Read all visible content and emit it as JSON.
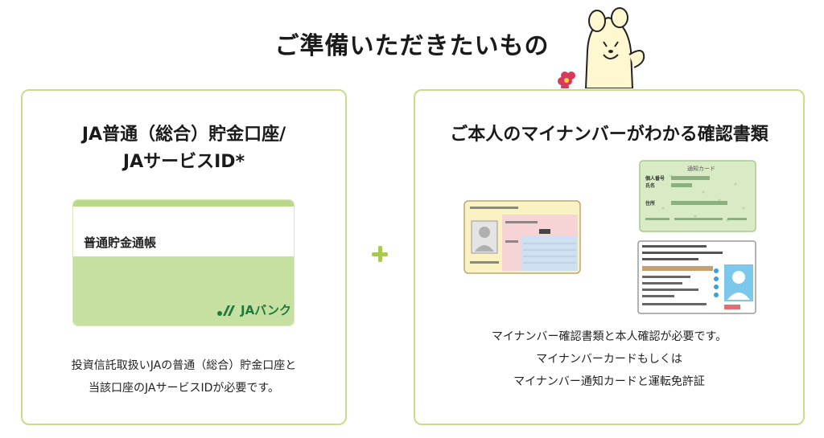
{
  "header": {
    "title": "ご準備いただきたいもの"
  },
  "left_card": {
    "title_line1": "JA普通（総合）貯金口座/",
    "title_line2": "JAサービスID*",
    "passbook_label": "普通貯金通帳",
    "passbook_logo": "JAバンク",
    "desc_line1": "投資信託取扱いJAの普通（総合）貯金口座と",
    "desc_line2": "当該口座のJAサービスIDが必要です。"
  },
  "plus_symbol": "+",
  "right_card": {
    "title": "ご本人のマイナンバーがわかる確認書類",
    "notice_card": {
      "header": "通知カード",
      "label_number": "個人番号",
      "label_name": "氏名",
      "label_address": "住所"
    },
    "desc_line1": "マイナンバー確認書類と本人確認が必要です。",
    "desc_line2": "マイナンバーカードもしくは",
    "desc_line3": "マイナンバー通知カードと運転免許証"
  },
  "colors": {
    "accent": "#a8c850",
    "border": "#c8dc8c",
    "passbook_green": "#c6e0a2",
    "ja_green": "#1f7a3c"
  }
}
